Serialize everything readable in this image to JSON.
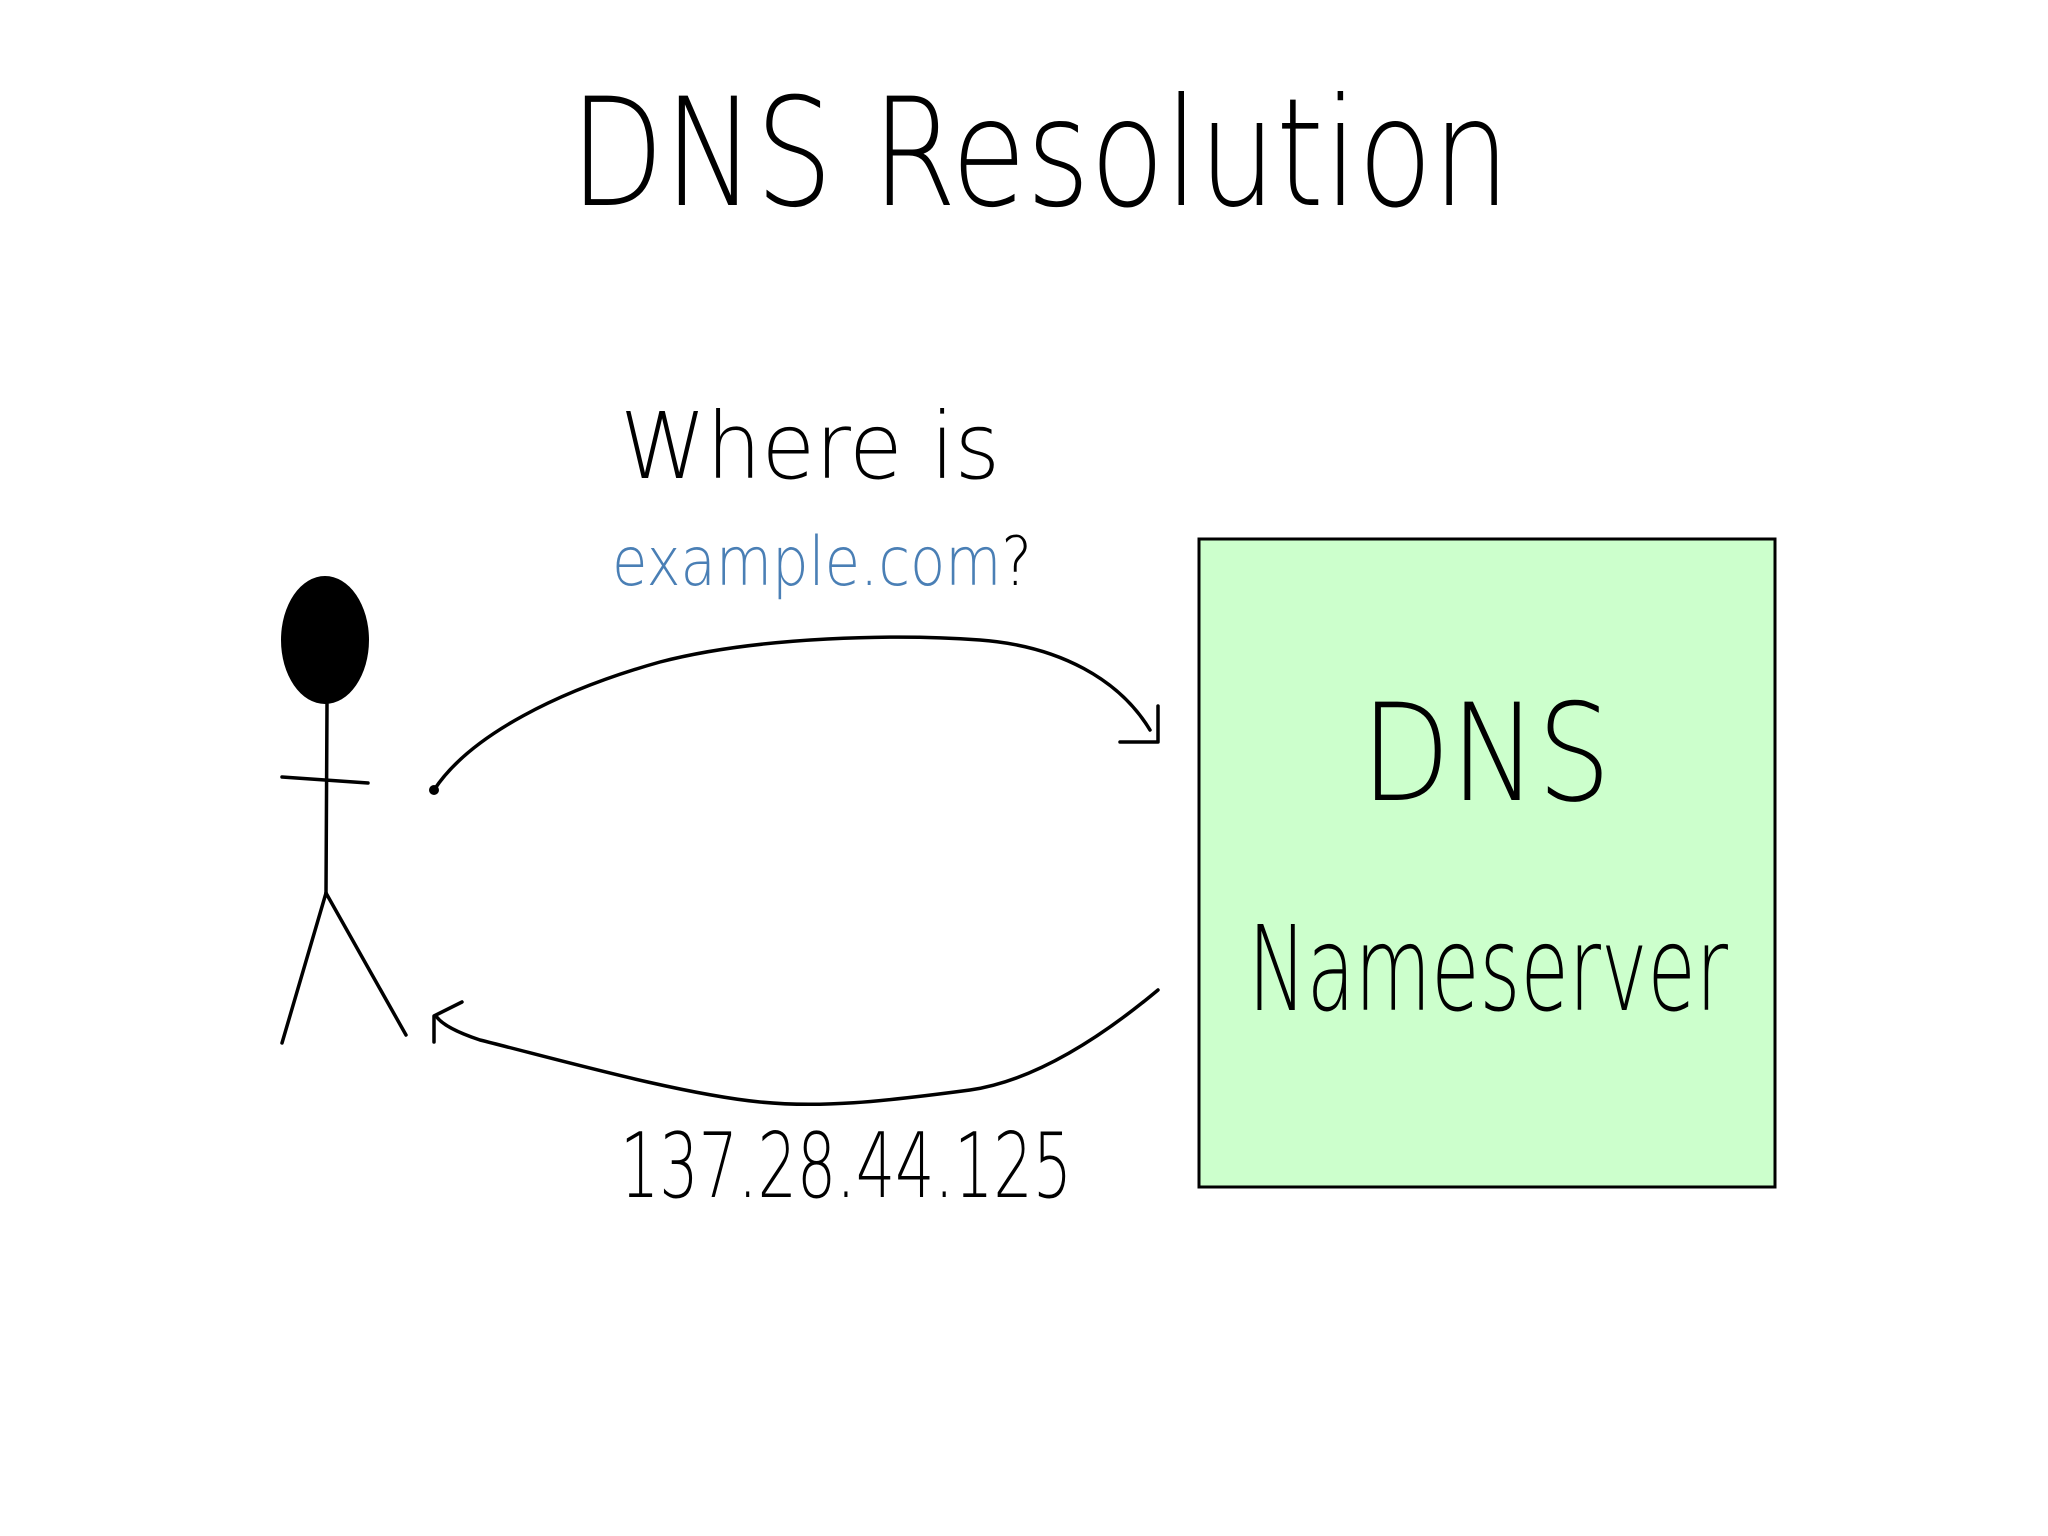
{
  "diagram": {
    "title": "DNS Resolution",
    "request": {
      "line1": "Where is",
      "line2": "example.com?",
      "line2_domain": "example.com",
      "line2_punct": "?",
      "domain_color": "#4a7fb5"
    },
    "response": {
      "ip_address": "137.28.44.125"
    },
    "nameserver": {
      "line1": "DNS",
      "line2": "Nameserver",
      "fill_color": "#ccffcc",
      "border_color": "#000000"
    },
    "actor": {
      "icon": "stick-figure-icon"
    }
  }
}
